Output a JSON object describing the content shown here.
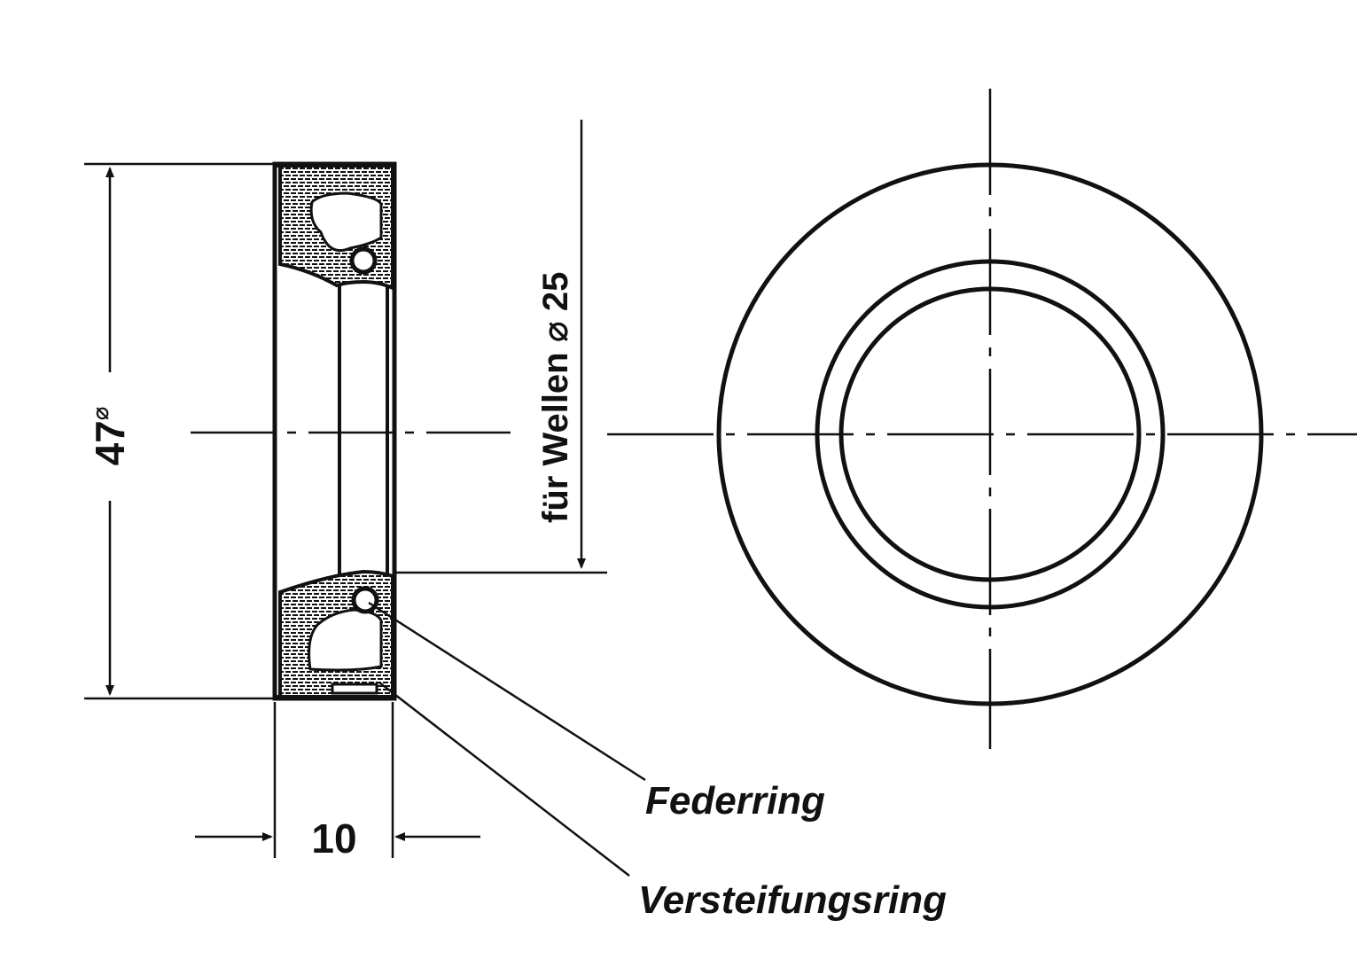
{
  "dimensions": {
    "outer_diameter": "47",
    "outer_diameter_symbol": "⌀",
    "width": "10",
    "shaft": "für Wellen ⌀ 25"
  },
  "labels": {
    "spring_ring": "Federring",
    "stiffening_ring": "Versteifungsring"
  },
  "colors": {
    "ink": "#111111",
    "paper": "#ffffff"
  }
}
